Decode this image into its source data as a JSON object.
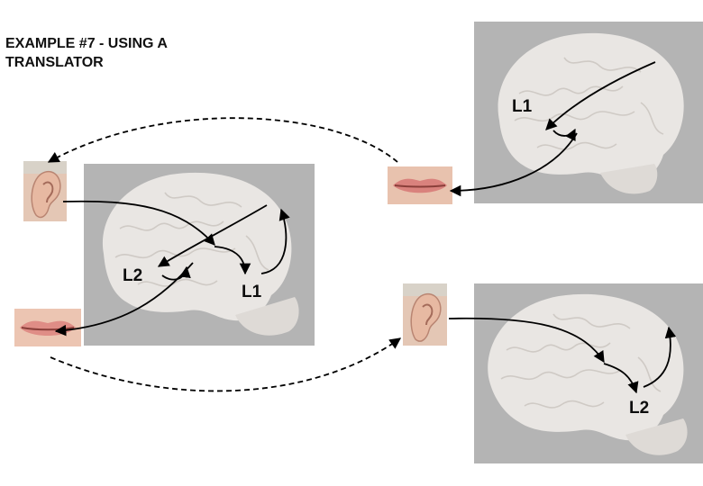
{
  "title": "EXAMPLE #7 - USING A\nTRANSLATOR",
  "labels": {
    "speaker_l1": "L1",
    "translator_l2": "L2",
    "translator_l1": "L1",
    "listener_l2": "L2"
  },
  "icons": {
    "ear": "ear-icon",
    "mouth": "mouth-icon",
    "brain": "brain-icon"
  },
  "colors": {
    "panel_background": "#b4b4b4",
    "brain": "#e9e6e3",
    "lips": "#d9827d",
    "skin": "#e8c2ae",
    "arrows": "#000000"
  }
}
